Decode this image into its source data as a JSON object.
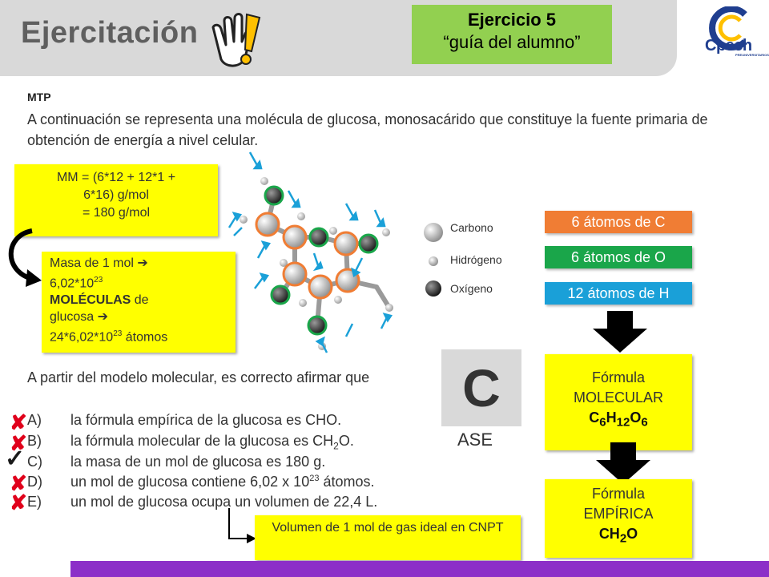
{
  "header": {
    "title": "Ejercitación",
    "exercise_line1": "Ejercicio 5",
    "exercise_line2": "“guía del alumno”",
    "logo_text": "Cpech",
    "logo_sub": "PREUNIVERSITARIOS"
  },
  "section_label": "MTP",
  "intro_text": "A continuación se representa una molécula de glucosa, monosacárido que constituye la fuente primaria de obtención de energía a nivel celular.",
  "mm_box": {
    "line1": "MM = (6*12 + 12*1 +",
    "line2": "6*16) g/mol",
    "line3": "= 180 g/mol"
  },
  "masa_box": {
    "line1_prefix": "Masa de 1 mol",
    "line2_base": "6,02*10",
    "line2_exp": "23",
    "line3_bold": "MOLÉCULAS",
    "line3_rest": " de",
    "line4": "glucosa",
    "line5_base": "24*6,02*10",
    "line5_exp": "23",
    "line5_rest": " átomos"
  },
  "legend": {
    "carbon": "Carbono",
    "hydrogen": "Hidrógeno",
    "oxygen": "Oxígeno"
  },
  "atom_counts": {
    "carbon": "6 átomos de C",
    "oxygen": "6 átomos de O",
    "hydrogen": "12 átomos de H"
  },
  "formula_molecular": {
    "line1": "Fórmula",
    "line2": "MOLECULAR",
    "f_c": "C",
    "f_c_sub": "6",
    "f_h": "H",
    "f_h_sub": "12",
    "f_o": "O",
    "f_o_sub": "6"
  },
  "formula_empirica": {
    "line1": "Fórmula",
    "line2": "EMPÍRICA",
    "f_ch": "CH",
    "f_ch_sub": "2",
    "f_o": "O"
  },
  "answer": {
    "letter": "C",
    "tag": "ASE"
  },
  "question": "A partir del modelo molecular, es correcto afirmar que",
  "options": [
    {
      "letter": "A)",
      "text": "la fórmula empírica de la glucosa es CHO.",
      "mark": "✘"
    },
    {
      "letter": "B)",
      "text_pre": "la fórmula molecular de la glucosa es CH",
      "sub": "2",
      "text_post": "O.",
      "mark": "✘"
    },
    {
      "letter": "C)",
      "text": "la masa de un mol de glucosa es 180 g.",
      "mark": "✓"
    },
    {
      "letter": "D)",
      "text_pre": "un mol de glucosa contiene 6,02 x 10",
      "sup": "23",
      "text_post": " átomos.",
      "mark": "✘"
    },
    {
      "letter": "E)",
      "text": "un mol de glucosa ocupa un volumen de 22,4 L.",
      "mark": "✘"
    }
  ],
  "volume_note": "Volumen de 1 mol de gas ideal en CNPT",
  "colors": {
    "header_gray": "#d9d9d9",
    "green": "#92d050",
    "yellow": "#ffff00",
    "orange_pill": "#f07d34",
    "green_pill": "#1aa64a",
    "blue_pill": "#1aa0d8",
    "purple_bar": "#8c2fc8",
    "wrong_mark": "#e0001b"
  }
}
